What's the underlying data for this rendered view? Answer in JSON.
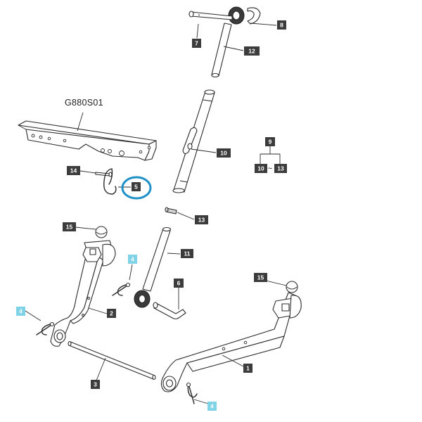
{
  "subassembly_label": "G880S01",
  "callouts": {
    "c1": "1",
    "c2": "2",
    "c3": "3",
    "c4a": "4",
    "c4b": "4",
    "c4c": "4",
    "c5": "5",
    "c6": "6",
    "c7": "7",
    "c8": "8",
    "c9": "9",
    "c10a": "10",
    "c10b": "10",
    "c11": "11",
    "c12": "12",
    "c13a": "13",
    "c13b": "13",
    "c14": "14",
    "c15a": "15",
    "c15b": "15"
  },
  "tilde": "~",
  "colors": {
    "callout_dark": "#3c3c3c",
    "callout_cyan": "#7fd3e6",
    "highlight_ring": "#1e90c8",
    "line": "#2b2b2b"
  }
}
